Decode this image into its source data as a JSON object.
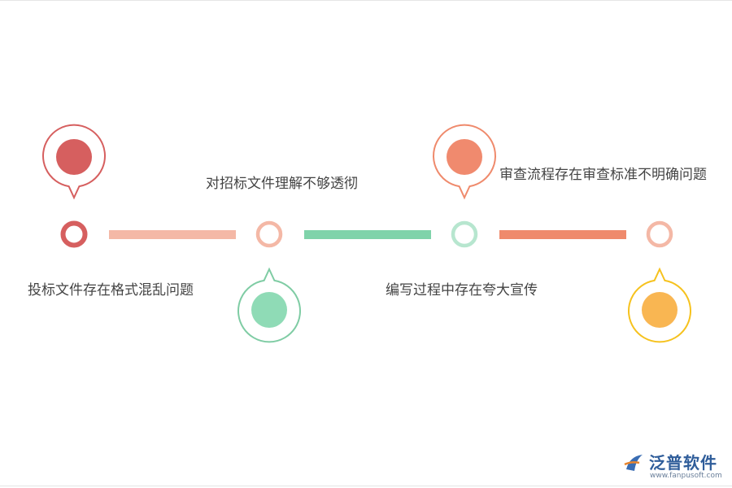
{
  "colors": {
    "red": "#d65f5f",
    "salmon": "#f4b8a6",
    "green": "#7fd3aa",
    "orange": "#ef8a6c",
    "yellow": "#f7b64a",
    "text": "#444444"
  },
  "steps": [
    {
      "label": "投标文件存在格式混乱问题"
    },
    {
      "label": "对招标文件理解不够透彻"
    },
    {
      "label": "编写过程中存在夸大宣传"
    },
    {
      "label": "审查流程存在审查标准不明确问题"
    }
  ],
  "logo": {
    "name": "泛普软件",
    "url": "www.fanpusoft.com"
  }
}
